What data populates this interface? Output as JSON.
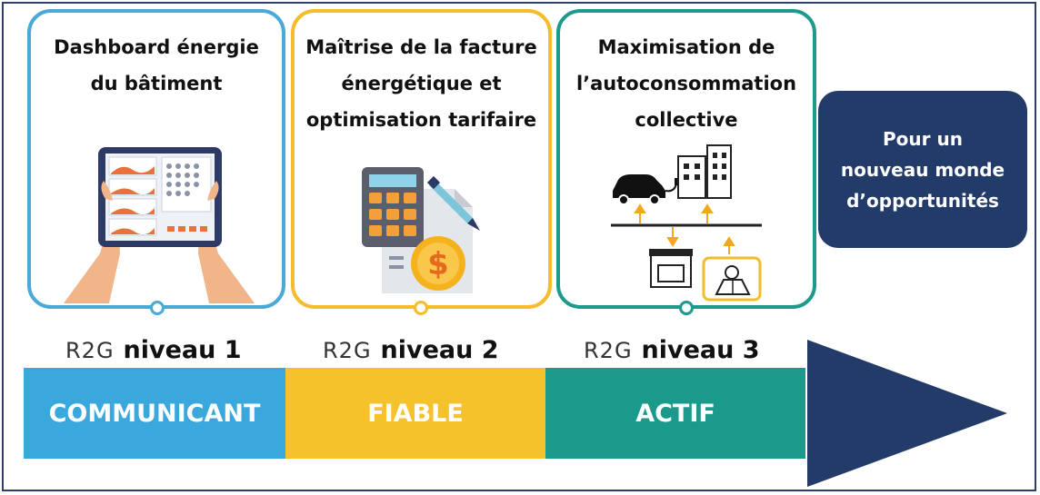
{
  "cards": [
    {
      "title": "Dashboard énergie\ndu bâtiment",
      "illustration": "tablet-dashboard-icon",
      "color": "#4aa9d6"
    },
    {
      "title": "Maîtrise de la facture\nénergétique et\noptimisation tarifaire",
      "illustration": "calculator-bill-icon",
      "color": "#f5bd2b"
    },
    {
      "title": "Maximisation de\nl’autoconsommation\ncollective",
      "illustration": "energy-community-icon",
      "color": "#1e9a8c"
    }
  ],
  "opportunities": {
    "text": "Pour un\nnouveau monde\nd’opportunités",
    "color": "#223b68"
  },
  "levels": [
    {
      "logo": "R2G",
      "label": "niveau 1",
      "bar_label": "COMMUNICANT",
      "color": "#3aa8dd"
    },
    {
      "logo": "R2G",
      "label": "niveau 2",
      "bar_label": "FIABLE",
      "color": "#f6c22c"
    },
    {
      "logo": "R2G",
      "label": "niveau 3",
      "bar_label": "ACTIF",
      "color": "#1a9a8a"
    }
  ],
  "arrow": {
    "color": "#223b68"
  }
}
